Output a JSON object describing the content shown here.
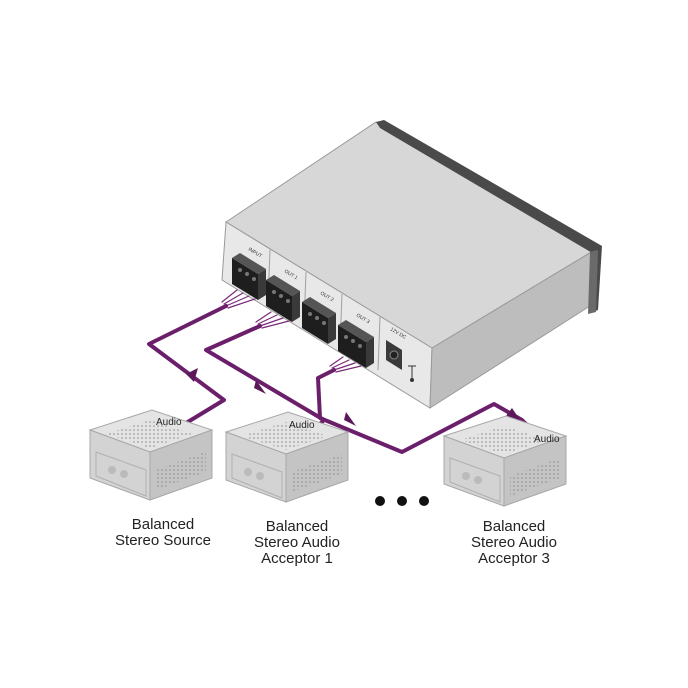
{
  "colors": {
    "cable": "#6b1f6b",
    "cable_arrow": "#5a1a5a",
    "chassis_top": "#d7d7d7",
    "chassis_front": "#e6e6e6",
    "chassis_side": "#bdbdbd",
    "bezel": "#4a4a4a",
    "connector": "#1e1e1e",
    "player_body": "#d9d9d9"
  },
  "ports": [
    {
      "label": "INPUT"
    },
    {
      "label": "OUT 1"
    },
    {
      "label": "OUT 2"
    },
    {
      "label": "OUT 3"
    }
  ],
  "power": {
    "label": "12V DC",
    "icon": "power-plug-icon"
  },
  "devices": [
    {
      "name": "source",
      "cable_label": "Audio",
      "caption_lines": [
        "Balanced",
        "Stereo Source"
      ]
    },
    {
      "name": "acceptor-1",
      "cable_label": "Audio",
      "caption_lines": [
        "Balanced",
        "Stereo Audio",
        "Acceptor 1"
      ]
    },
    {
      "name": "acceptor-3",
      "cable_label": "Audio",
      "caption_lines": [
        "Balanced",
        "Stereo Audio",
        "Acceptor 3"
      ]
    }
  ],
  "ellipsis": {
    "icon": "ellipsis-dots-icon",
    "count": 3
  }
}
